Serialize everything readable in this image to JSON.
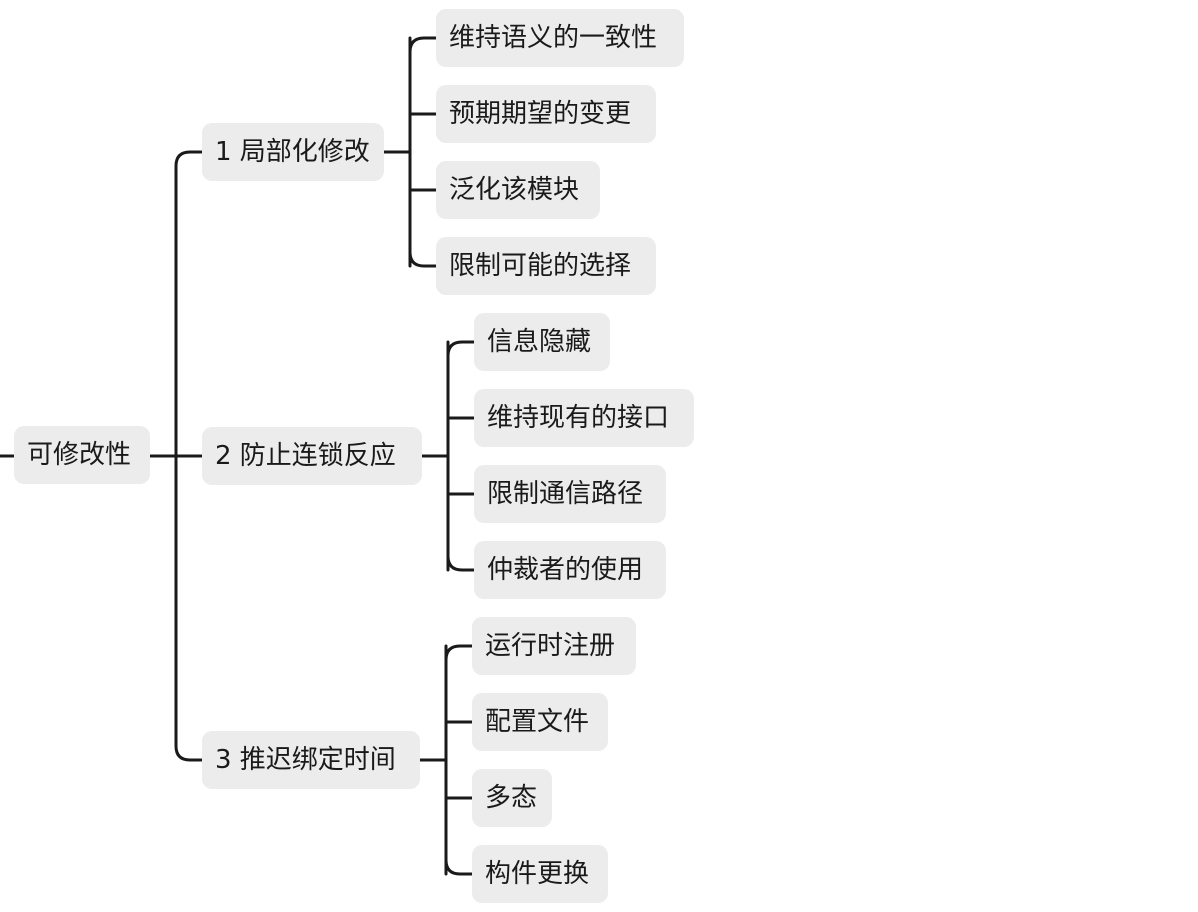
{
  "root": {
    "label": "可修改性"
  },
  "branches": [
    {
      "label": "1 局部化修改",
      "children": [
        "维持语义的一致性",
        "预期期望的变更",
        "泛化该模块",
        "限制可能的选择"
      ]
    },
    {
      "label": "2 防止连锁反应",
      "children": [
        "信息隐藏",
        "维持现有的接口",
        "限制通信路径",
        "仲裁者的使用"
      ]
    },
    {
      "label": "3 推迟绑定时间",
      "children": [
        "运行时注册",
        "配置文件",
        "多态",
        "构件更换"
      ]
    }
  ],
  "colors": {
    "node_background": "#ececec",
    "connector": "#1a1a1a",
    "text": "#1a1a1a"
  }
}
